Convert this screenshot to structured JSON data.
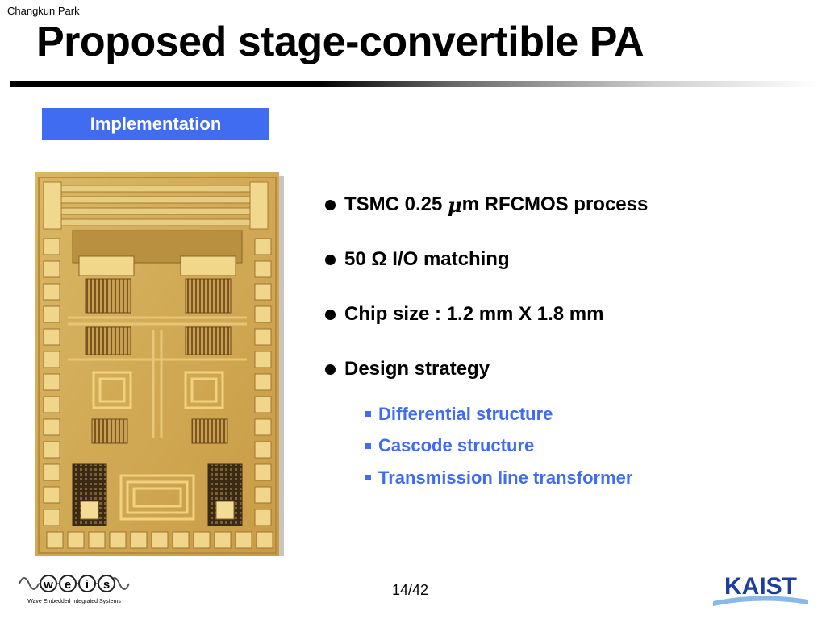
{
  "header": {
    "author": "Changkun Park",
    "title": "Proposed stage-convertible PA"
  },
  "section": {
    "label": "Implementation"
  },
  "bullets": {
    "process_prefix": "TSMC 0.25 ",
    "process_mu": "μ",
    "process_suffix": "m RFCMOS process",
    "matching": "50 Ω I/O matching",
    "chip_size": "Chip size : 1.2 mm X 1.8 mm",
    "strategy": "Design strategy",
    "strategy_items": [
      "Differential structure",
      "Cascode structure",
      "Transmission line transformer"
    ]
  },
  "footer": {
    "page": "14/42",
    "weis_letters": [
      "w",
      "e",
      "i",
      "s"
    ],
    "weis_tagline": "Wave Embedded Integrated Systems",
    "kaist": "KAIST"
  },
  "colors": {
    "accent": "#3f6cf0",
    "chip_gold": "#d6b059",
    "kaist_blue": "#1c3f9e"
  }
}
